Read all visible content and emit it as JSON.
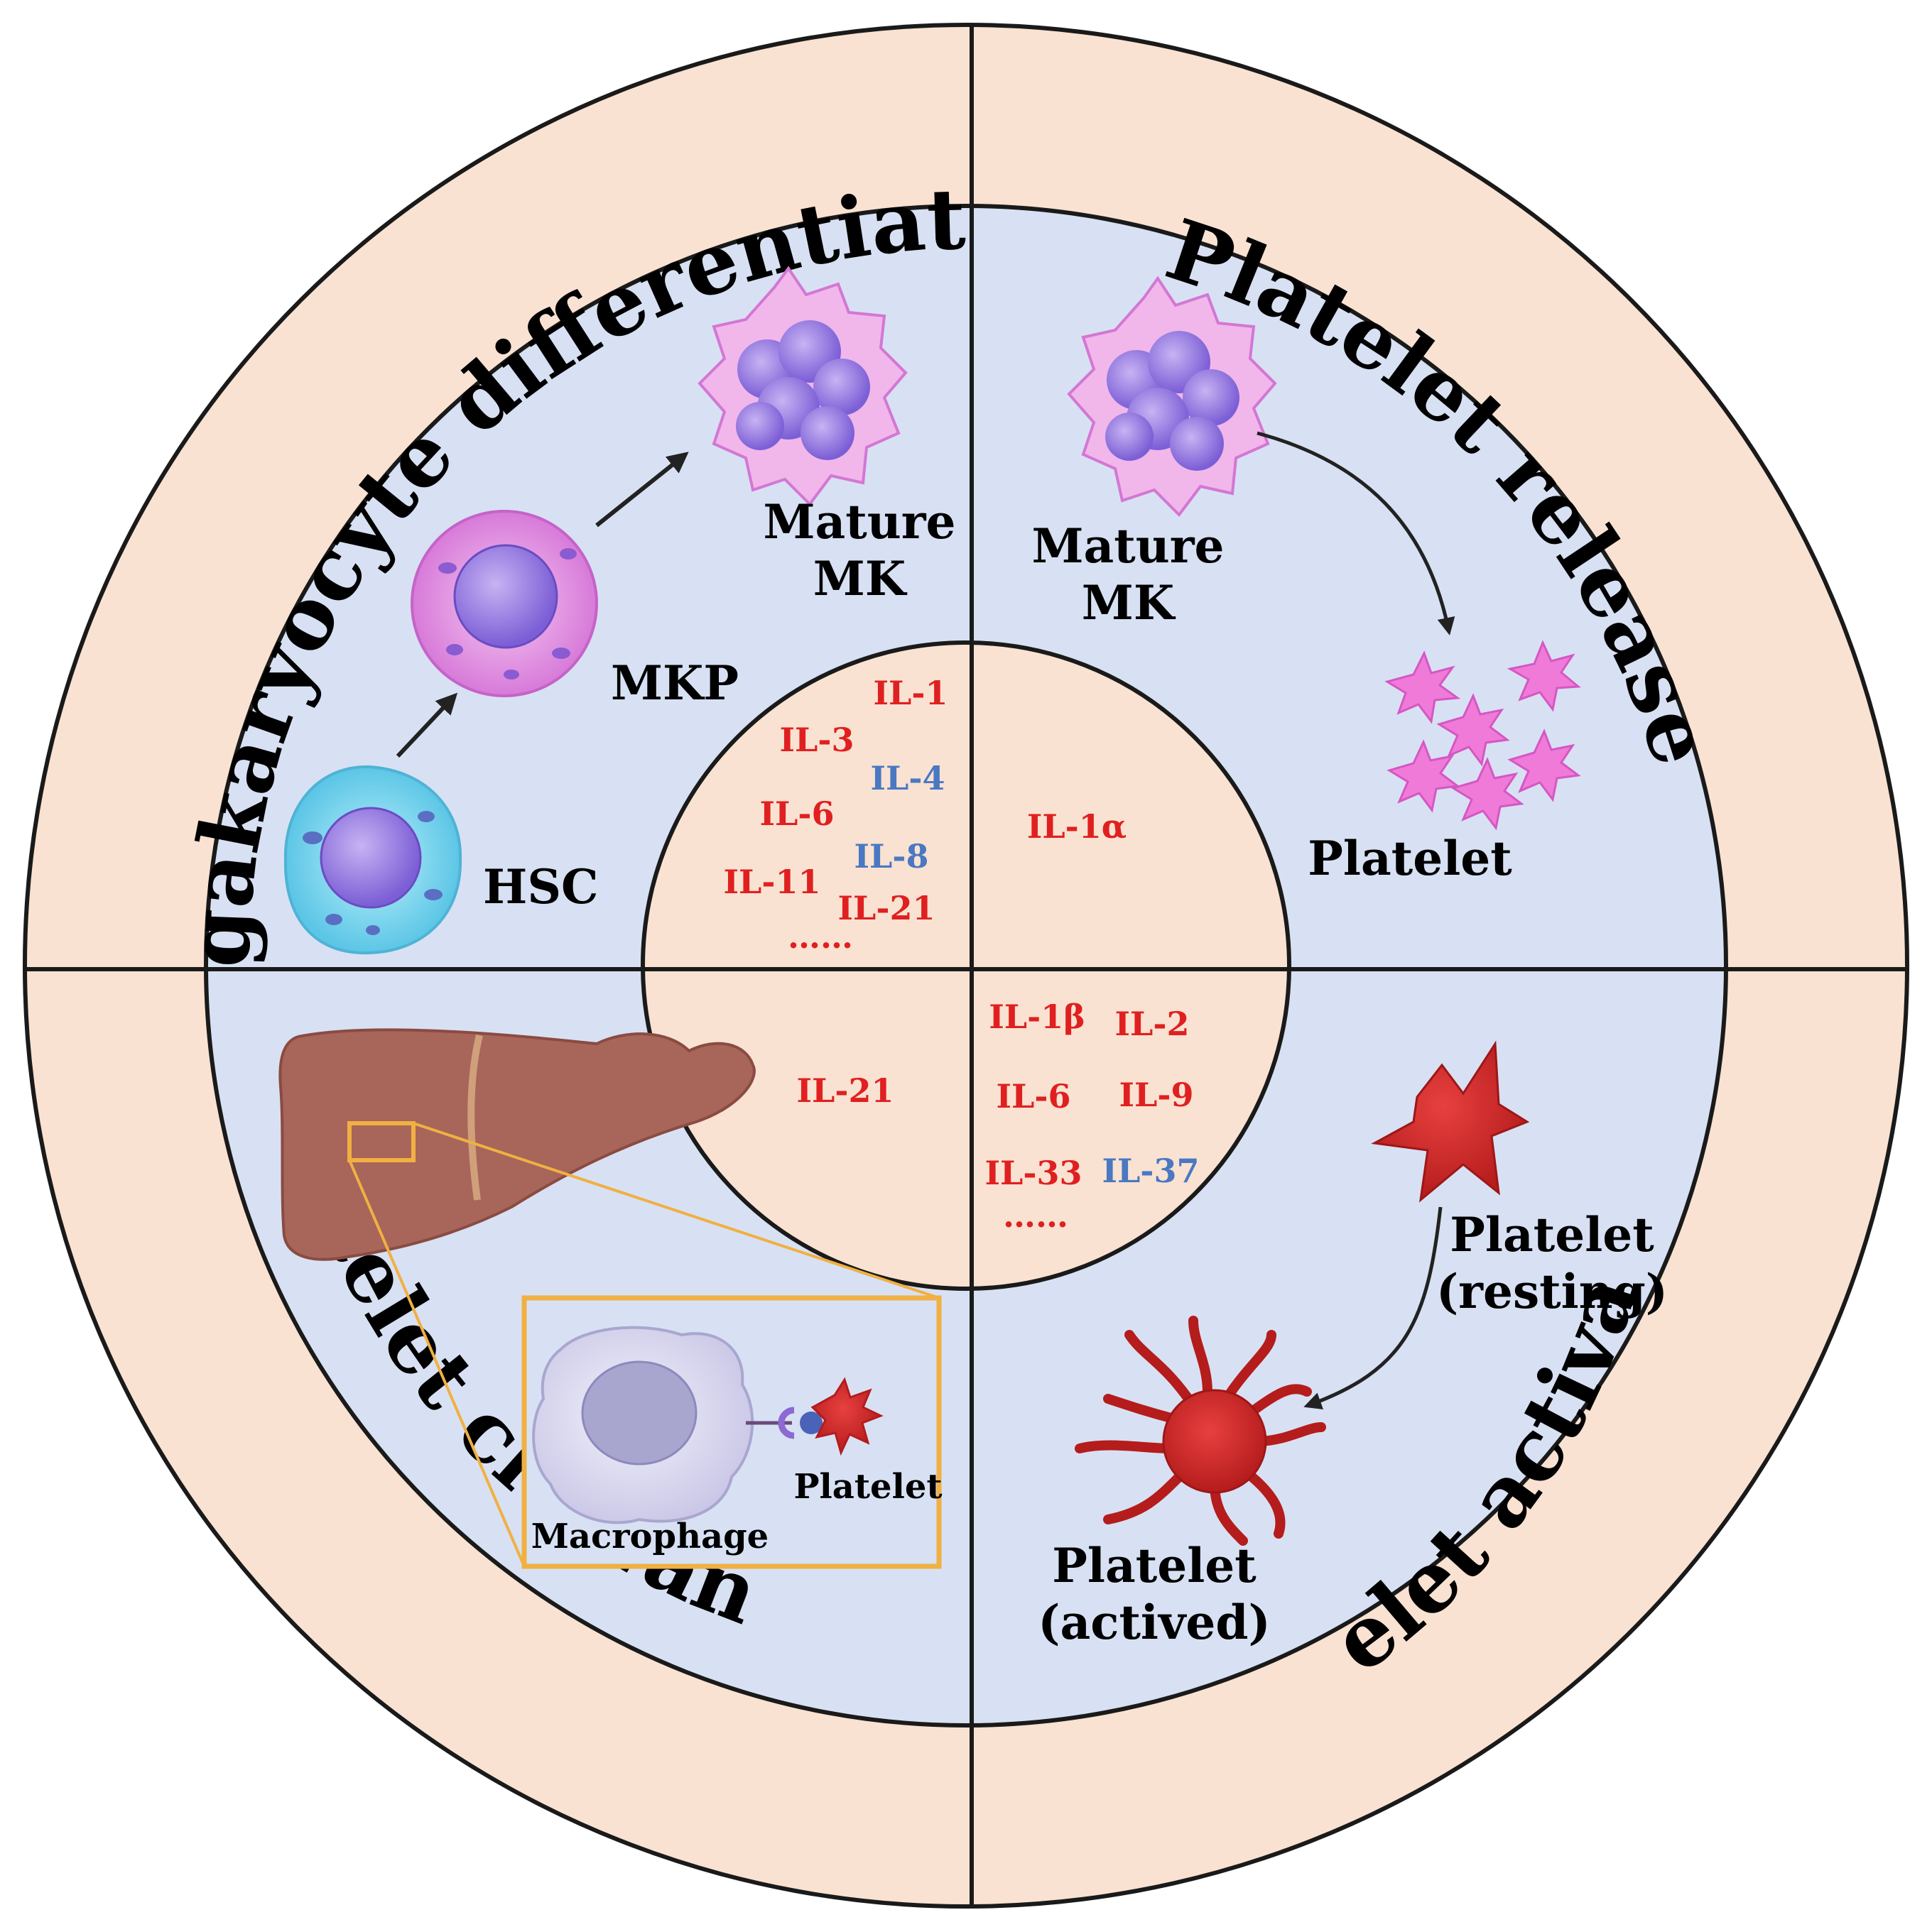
{
  "colors": {
    "outer_ring": "#f9e2d2",
    "middle_ring": "#d8e1f3",
    "center": "#f9e2d2",
    "stimulate": "#e02020",
    "inhibit": "#4a78c2",
    "box": "#f0b042"
  },
  "quadrants": {
    "top_left": {
      "title": "Megakaryocyte differentiation",
      "labels": {
        "hsc": "HSC",
        "mkp": "MKP",
        "mature_line1": "Mature",
        "mature_line2": "MK"
      },
      "interleukins": [
        {
          "text": "IL-1",
          "color": "red"
        },
        {
          "text": "IL-3",
          "color": "red"
        },
        {
          "text": "IL-4",
          "color": "blue"
        },
        {
          "text": "IL-6",
          "color": "red"
        },
        {
          "text": "IL-8",
          "color": "blue"
        },
        {
          "text": "IL-11",
          "color": "red"
        },
        {
          "text": "IL-21",
          "color": "red"
        },
        {
          "text": "……",
          "color": "red"
        }
      ]
    },
    "top_right": {
      "title": "Platelet release",
      "labels": {
        "mature_line1": "Mature",
        "mature_line2": "MK",
        "platelet": "Platelet"
      },
      "interleukins": [
        {
          "text": "IL-1α",
          "color": "red"
        }
      ]
    },
    "bottom_left": {
      "title": "Platelet clearance",
      "labels": {
        "macrophage": "Macrophage",
        "platelet": "Platelet"
      },
      "interleukins": [
        {
          "text": "IL-21",
          "color": "red"
        }
      ]
    },
    "bottom_right": {
      "title": "Platelet activation",
      "labels": {
        "resting_line1": "Platelet",
        "resting_line2": "(resting)",
        "activated_line1": "Platelet",
        "activated_line2": "(actived)"
      },
      "interleukins": [
        {
          "text": "IL-1β",
          "color": "red"
        },
        {
          "text": "IL-2",
          "color": "red"
        },
        {
          "text": "IL-6",
          "color": "red"
        },
        {
          "text": "IL-9",
          "color": "red"
        },
        {
          "text": "IL-33",
          "color": "red"
        },
        {
          "text": "IL-37",
          "color": "blue"
        },
        {
          "text": "……",
          "color": "red"
        }
      ]
    }
  },
  "icons": [
    "hsc-cell-icon",
    "mkp-cell-icon",
    "mature-mk-icon",
    "platelet-cluster-icon",
    "liver-icon",
    "macrophage-icon",
    "platelet-icon",
    "resting-platelet-icon",
    "activated-platelet-icon"
  ]
}
